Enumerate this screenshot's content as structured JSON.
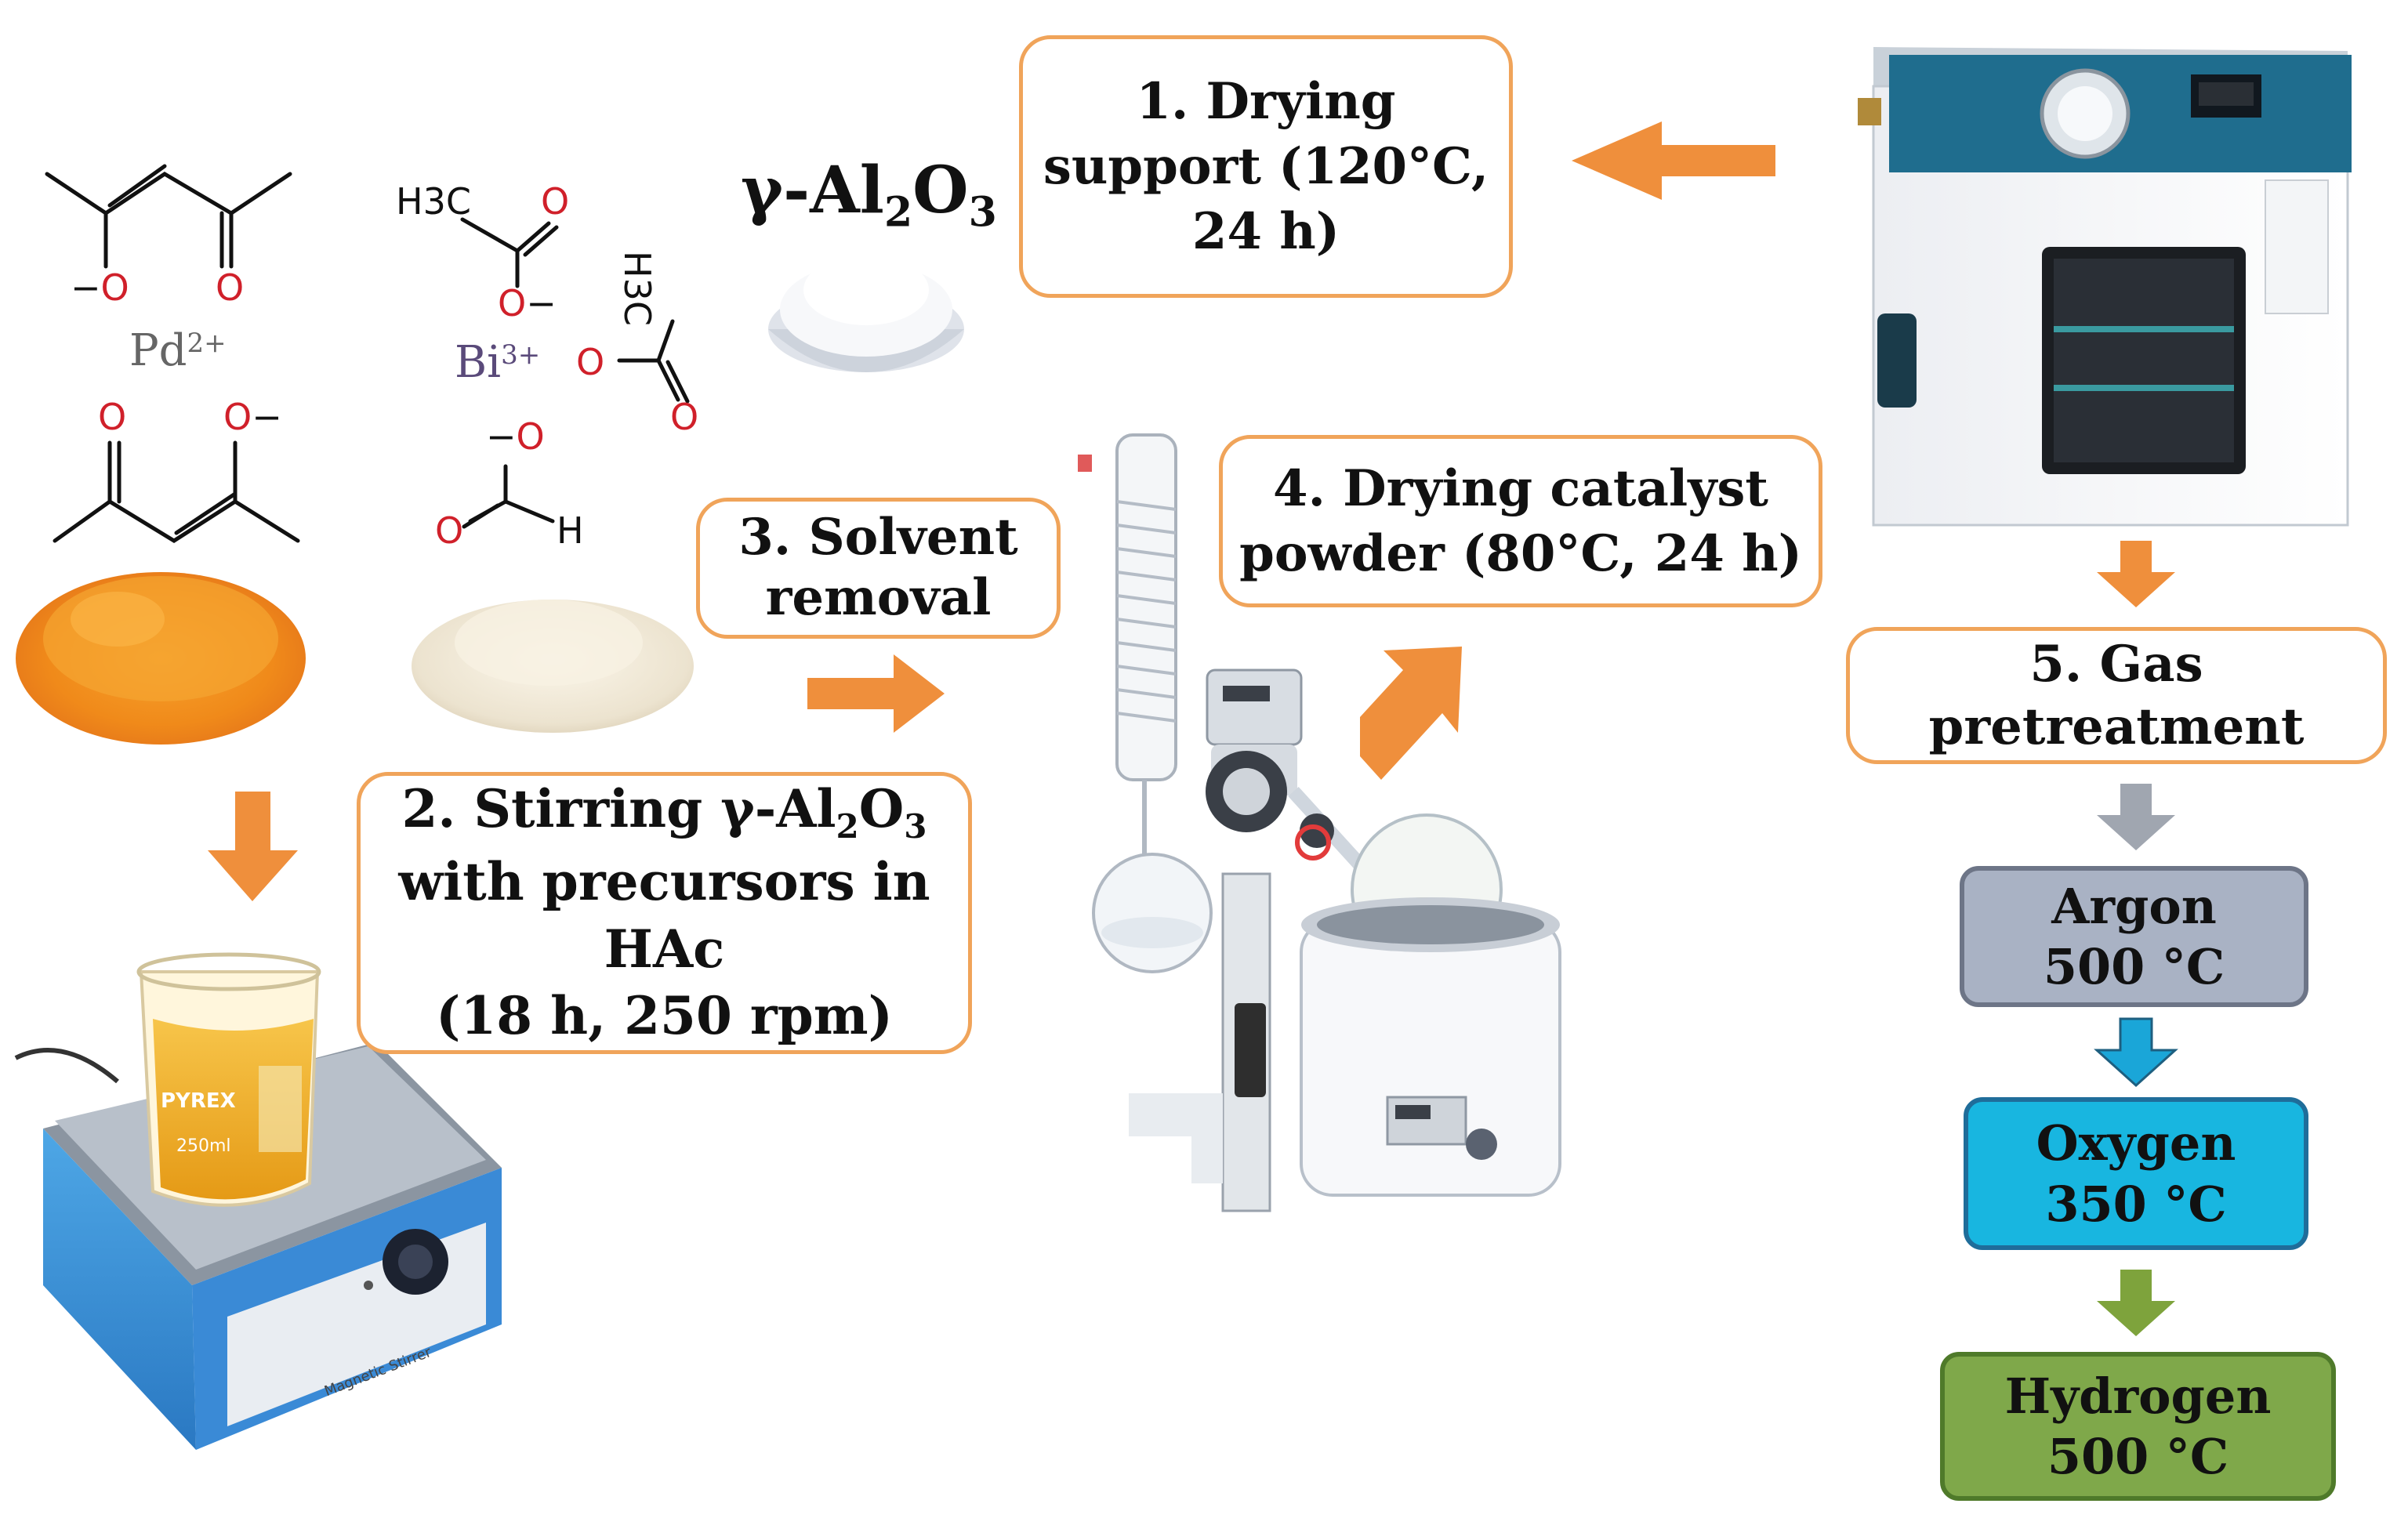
{
  "support": {
    "formula": "γ-Al",
    "sub2": "2",
    "o": "O",
    "sub3": "3"
  },
  "ions": {
    "pd": "Pd",
    "pd_charge": "2+",
    "bi": "Bi",
    "bi_charge": "3+"
  },
  "atoms": {
    "o": "O",
    "o_minus": "−",
    "ch3": "H3C",
    "h3c_rot": "H3C",
    "h_text": "H"
  },
  "steps": {
    "s1": {
      "line1": "1. Drying",
      "line2": "support (120°C,",
      "line3": "24 h)"
    },
    "s2": {
      "line1a": "2. Stirring γ-Al",
      "sub2": "2",
      "o": "O",
      "sub3": "3",
      "line2": "with precursors in",
      "line3": "HAc",
      "line4": "(18 h, 250 rpm)"
    },
    "s3": {
      "line1": "3. Solvent",
      "line2": "removal"
    },
    "s4": {
      "line1": "4. Drying catalyst",
      "line2": "powder (80°C, 24 h)"
    },
    "s5": {
      "line1": "5. Gas",
      "line2": "pretreatment"
    }
  },
  "gases": [
    {
      "name": "Argon",
      "temp": "500 °C",
      "color": "#a9b2c4",
      "border": "#6d7587"
    },
    {
      "name": "Oxygen",
      "temp": "350 °C",
      "color": "#18b6e0",
      "border": "#1f6d9a"
    },
    {
      "name": "Hydrogen",
      "temp": "500 °C",
      "color": "#7fa84a",
      "border": "#4f7a2a"
    }
  ],
  "equipment": {
    "beaker_brand": "PYREX",
    "stirrer_label": "Magnetic Stirrer",
    "beaker_volume": "250ml"
  },
  "colors": {
    "arrow_orange": "#ef8f3c",
    "box_border": "#f0a45a",
    "gray_arrow": "#a0a6b0",
    "blue_arrow": "#1aa6d8",
    "green_arrow": "#7ea33c"
  }
}
